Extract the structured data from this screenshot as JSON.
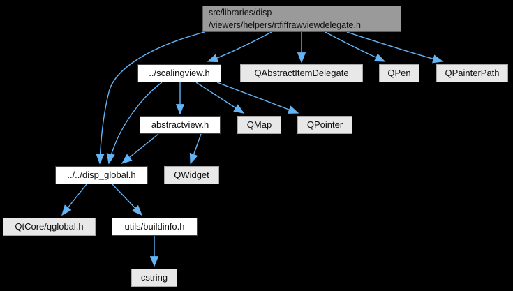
{
  "diagram_type": "include-dependency-graph",
  "colors": {
    "background": "#000000",
    "edge": "#63b4f7",
    "main_node_fill": "#9a9a9a",
    "main_node_border": "#5f5f5f",
    "file_node_fill": "#ffffff",
    "file_node_border": "#404040",
    "system_node_fill": "#e8e8e8",
    "system_node_border": "#a8a8a8"
  },
  "nodes": [
    {
      "id": "main",
      "label": "src/libraries/disp\n/viewers/helpers/rtfiffrawviewdelegate.h",
      "kind": "main"
    },
    {
      "id": "scalingview",
      "label": "../scalingview.h",
      "kind": "file"
    },
    {
      "id": "qabstractitemdelegate",
      "label": "QAbstractItemDelegate",
      "kind": "system"
    },
    {
      "id": "qpen",
      "label": "QPen",
      "kind": "system"
    },
    {
      "id": "qpainterpath",
      "label": "QPainterPath",
      "kind": "system"
    },
    {
      "id": "abstractview",
      "label": "abstractview.h",
      "kind": "file"
    },
    {
      "id": "qmap",
      "label": "QMap",
      "kind": "system"
    },
    {
      "id": "qpointer",
      "label": "QPointer",
      "kind": "system"
    },
    {
      "id": "disp_global",
      "label": "../../disp_global.h",
      "kind": "file"
    },
    {
      "id": "qwidget",
      "label": "QWidget",
      "kind": "system"
    },
    {
      "id": "qtcore_qglobal",
      "label": "QtCore/qglobal.h",
      "kind": "system"
    },
    {
      "id": "utils_buildinfo",
      "label": "utils/buildinfo.h",
      "kind": "file"
    },
    {
      "id": "cstring",
      "label": "cstring",
      "kind": "system"
    }
  ],
  "edges": [
    {
      "from": "main",
      "to": "scalingview"
    },
    {
      "from": "main",
      "to": "qabstractitemdelegate"
    },
    {
      "from": "main",
      "to": "qpen"
    },
    {
      "from": "main",
      "to": "qpainterpath"
    },
    {
      "from": "main",
      "to": "disp_global"
    },
    {
      "from": "scalingview",
      "to": "abstractview"
    },
    {
      "from": "scalingview",
      "to": "disp_global"
    },
    {
      "from": "scalingview",
      "to": "qmap"
    },
    {
      "from": "scalingview",
      "to": "qpointer"
    },
    {
      "from": "abstractview",
      "to": "disp_global"
    },
    {
      "from": "abstractview",
      "to": "qwidget"
    },
    {
      "from": "disp_global",
      "to": "qtcore_qglobal"
    },
    {
      "from": "disp_global",
      "to": "utils_buildinfo"
    },
    {
      "from": "utils_buildinfo",
      "to": "cstring"
    }
  ]
}
